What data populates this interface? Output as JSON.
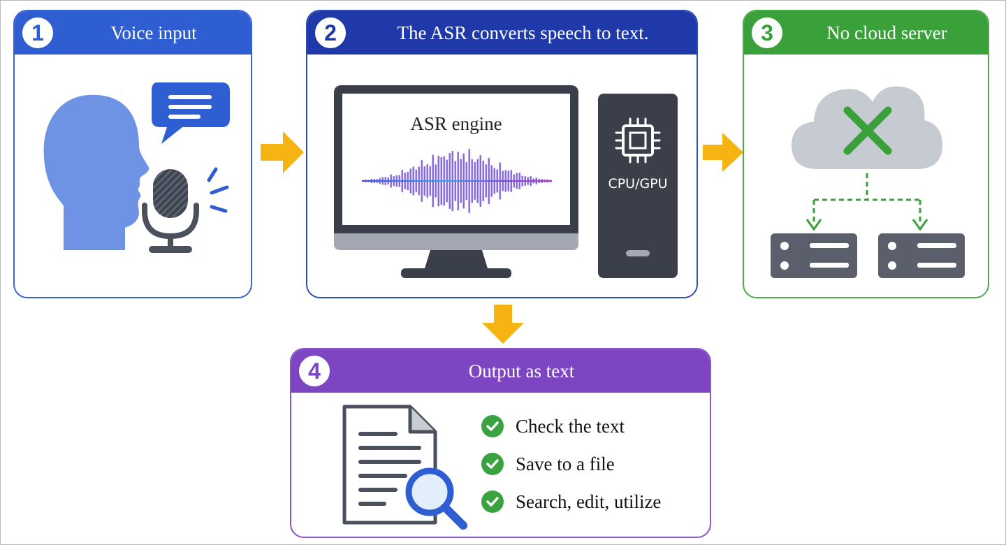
{
  "steps": [
    {
      "number": "1",
      "title": "Voice input"
    },
    {
      "number": "2",
      "title": "The ASR converts speech to text."
    },
    {
      "number": "3",
      "title": "No cloud server"
    },
    {
      "number": "4",
      "title": "Output as text"
    }
  ],
  "monitor": {
    "label": "ASR engine"
  },
  "tower": {
    "label": "CPU/GPU"
  },
  "output_actions": [
    "Check the text",
    "Save to a file",
    "Search, edit, utilize"
  ],
  "icons": {
    "head": "person-head-icon",
    "speech": "speech-bubble-icon",
    "mic": "microphone-icon",
    "chip": "cpu-chip-icon",
    "cloud": "cloud-icon",
    "cross": "cross-icon",
    "server": "server-icon",
    "document": "document-icon",
    "magnifier": "magnifier-icon",
    "check": "check-icon"
  },
  "colors": {
    "step1": "#2f5ed2",
    "step2": "#1f3aa8",
    "step3": "#3aa13a",
    "step4": "#7d45c2",
    "arrow": "#f6b413"
  }
}
